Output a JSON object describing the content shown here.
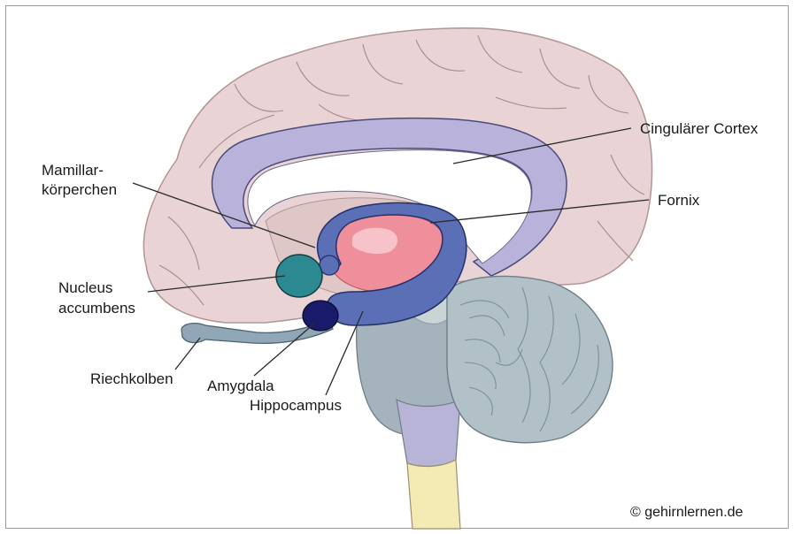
{
  "labels": {
    "cingulate": "Cingulärer Cortex",
    "fornix": "Fornix",
    "mamillary_1": "Mamillar-",
    "mamillary_2": "körperchen",
    "nucleus_1": "Nucleus",
    "nucleus_2": "accumbens",
    "olfactory": "Riechkolben",
    "amygdala": "Amygdala",
    "hippocampus": "Hippocampus"
  },
  "copyright": "© gehirnlernen.de",
  "colors": {
    "cortex": "#e9d3d4",
    "cingulate": "#b9b3dc",
    "fornix": "#5b6fb7",
    "thalamus": "#ef8f9c",
    "nucleus_accumbens": "#2c8891",
    "amygdala": "#191a6a",
    "olfactory_bulb": "#8fa7b6",
    "brainstem": "#a5b3bd",
    "cerebellum": "#b2c0c8",
    "medulla": "#b7b4d8",
    "spinal_cord": "#f4eab4"
  }
}
